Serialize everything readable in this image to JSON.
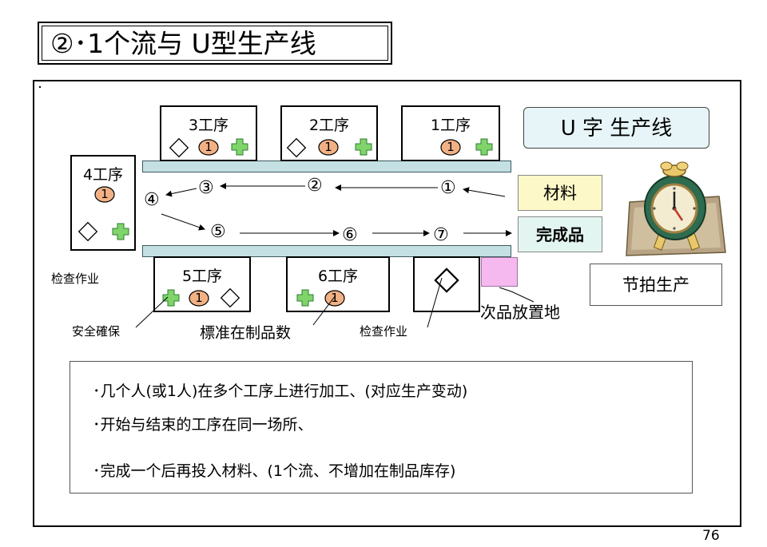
{
  "title": "②･1个流与  U型生产线",
  "u_label": "U 字 生产线",
  "stations": {
    "s1": "1工序",
    "s2": "2工序",
    "s3": "3工序",
    "s4": "4工序",
    "s5": "5工序",
    "s6": "6工序"
  },
  "token_num": "1",
  "flow_numbers": [
    "①",
    "②",
    "③",
    "④",
    "⑤",
    "⑥",
    "⑦"
  ],
  "material": "材料",
  "finished": "完成品",
  "takt": "节拍生产",
  "labels": {
    "inspection_left": "检查作业",
    "safety": "安全確保",
    "wip": "標准在制品数",
    "inspection_bottom": "检查作业",
    "reject_area": "次品放置地"
  },
  "notes": [
    "･几个人(或1人)在多个工序上进行加工、(对应生产变动)",
    "･开始与结束的工序在同一场所、",
    "･完成一个后再投入材料、(1个流、不增加在制品库存)"
  ],
  "page_number": "76",
  "colors": {
    "belt": "#c4e0e3",
    "token_circle": "#f2b184",
    "safety_cross": "#7fd46a",
    "material_bg": "#fcf8c8",
    "finished_bg": "#e3f5f0",
    "reject_bg": "#f5b8ef",
    "u_label_bg": "#e8f5f8"
  },
  "icons": [
    "diamond-icon",
    "circle-number-icon",
    "green-cross-icon",
    "alarm-clock-icon"
  ]
}
